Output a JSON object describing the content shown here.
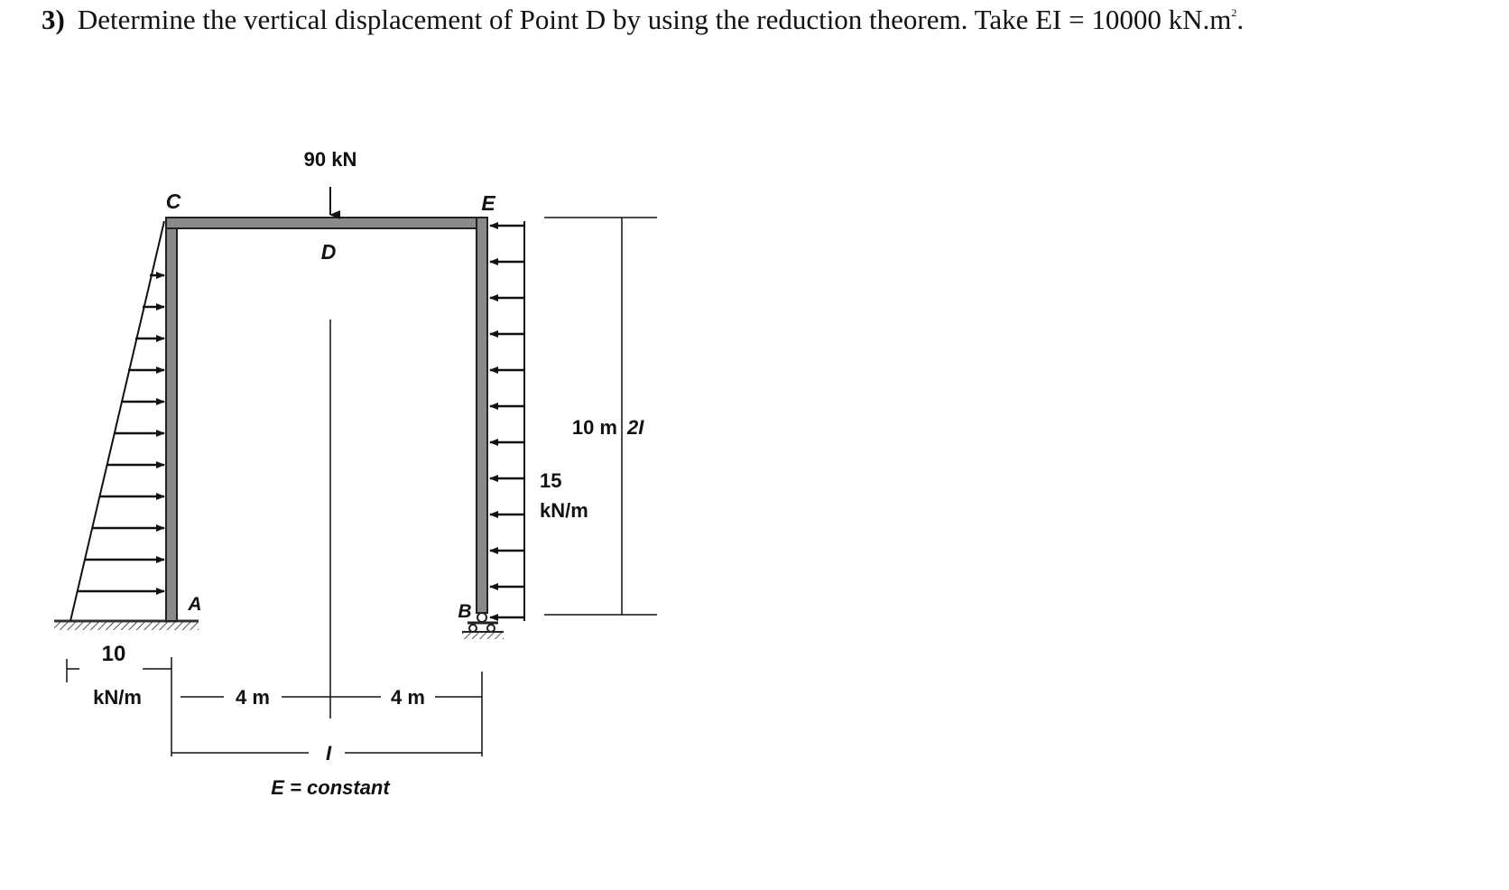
{
  "problem": {
    "number": "3)",
    "statement": "Determine the vertical displacement of Point D by using the reduction theorem. Take EI = 10000 kN.m",
    "unit_exponent": "2",
    "end": "."
  },
  "diagram": {
    "point_load": "90 kN",
    "points": {
      "a": "A",
      "b": "B",
      "c": "C",
      "d": "D",
      "e": "E"
    },
    "left_load": {
      "value": "10",
      "unit": "kN/m"
    },
    "right_load": {
      "value": "15",
      "unit": "kN/m"
    },
    "height": "10 m",
    "column_inertia": "2I",
    "span_left": "4 m",
    "span_right": "4 m",
    "beam_inertia": "I",
    "material_note": "E = constant"
  }
}
